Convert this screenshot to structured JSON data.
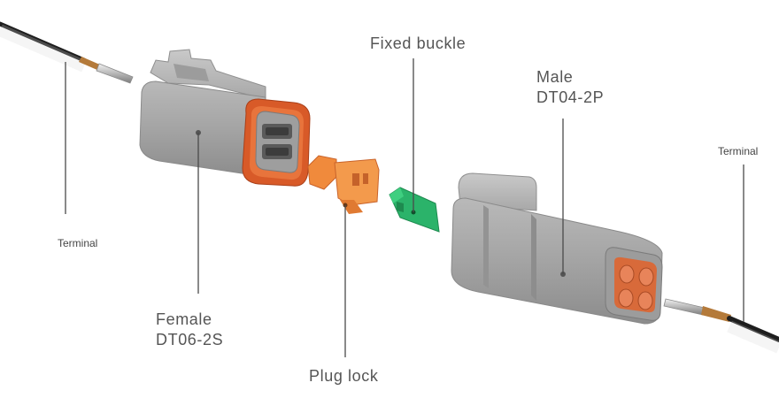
{
  "labels": {
    "fixed_buckle": "Fixed buckle",
    "male_line1": "Male",
    "male_line2": "DT04-2P",
    "female_line1": "Female",
    "female_line2": "DT06-2S",
    "plug_lock": "Plug lock",
    "terminal_left": "Terminal",
    "terminal_right": "Terminal"
  },
  "colors": {
    "connector_gray": "#a3a3a3",
    "seal_orange": "#e0602a",
    "plug_lock_orange": "#f08a3c",
    "buckle_green": "#2bb36a",
    "cable": "#1e1e1e",
    "leader_line": "#4a4a4a"
  }
}
